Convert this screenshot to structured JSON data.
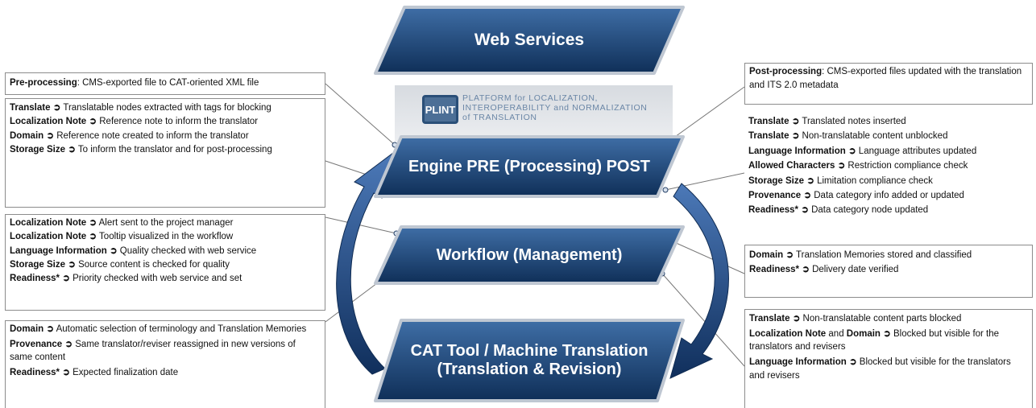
{
  "center": {
    "web_services": "Web Services",
    "engine": "Engine PRE (Processing) POST",
    "workflow": "Workflow (Management)",
    "cat_line1": "CAT Tool / Machine Translation",
    "cat_line2": "(Translation & Revision)",
    "plint": {
      "logo": "PLINT",
      "tagline1": "PLATFORM for LOCALIZATION,",
      "tagline2": "INTEROPERABILITY and NORMALIZATION",
      "tagline3": "of TRANSLATION"
    }
  },
  "arrow_glyph": "➲",
  "left_boxes": {
    "preprocessing": {
      "term": "Pre-processing",
      "text": ": CMS-exported file to CAT-oriented XML file"
    },
    "engine_items": [
      {
        "term": "Translate",
        "text": "Translatable nodes extracted with tags for blocking"
      },
      {
        "term": "Localization Note",
        "text": "Reference note to inform the translator"
      },
      {
        "term": "Domain",
        "text": "Reference note created to inform the translator"
      },
      {
        "term": "Storage Size",
        "text": "To inform the translator and for post-processing"
      }
    ],
    "workflow_items": [
      {
        "term": "Localization Note",
        "text": "Alert sent to the project manager"
      },
      {
        "term": "Localization Note",
        "text": "Tooltip visualized in the workflow"
      },
      {
        "term": "Language Information",
        "text": "Quality checked with web service"
      },
      {
        "term": "Storage Size",
        "text": "Source content is checked for quality"
      },
      {
        "term": "Readiness*",
        "text": "Priority checked with web service and set"
      }
    ],
    "cat_items": [
      {
        "term": "Domain",
        "text": "Automatic selection of terminology and Translation Memories"
      },
      {
        "term": "Provenance",
        "text": "Same translator/reviser reassigned in new versions of same content"
      },
      {
        "term": "Readiness*",
        "text": "Expected finalization date"
      }
    ]
  },
  "right_boxes": {
    "postprocessing": {
      "term": "Post-processing",
      "text": ": CMS-exported files updated with the translation and ITS 2.0 metadata"
    },
    "engine_items": [
      {
        "term": "Translate",
        "text": "Translated notes inserted"
      },
      {
        "term": "Translate",
        "text": " Non-translatable content unblocked"
      },
      {
        "term": "Language Information",
        "text": "Language attributes updated"
      },
      {
        "term": "Allowed Characters",
        "text": "Restriction compliance check"
      },
      {
        "term": "Storage Size",
        "text": "Limitation compliance check"
      },
      {
        "term": "Provenance",
        "text": "Data category info added or updated"
      },
      {
        "term": "Readiness*",
        "text": "Data category node updated"
      }
    ],
    "workflow_items": [
      {
        "term": "Domain",
        "text": "Translation Memories stored and classified"
      },
      {
        "term": "Readiness*",
        "text": "Delivery date verified"
      }
    ],
    "cat_items": [
      {
        "term": "Translate",
        "text": "Non-translatable content parts blocked"
      },
      {
        "term": "Localization Note",
        "mid": " and ",
        "term2": "Domain",
        "text": "Blocked but visible for the translators and revisers"
      },
      {
        "term": "Language Information",
        "text": "Blocked but visible for the translators and revisers"
      }
    ]
  }
}
